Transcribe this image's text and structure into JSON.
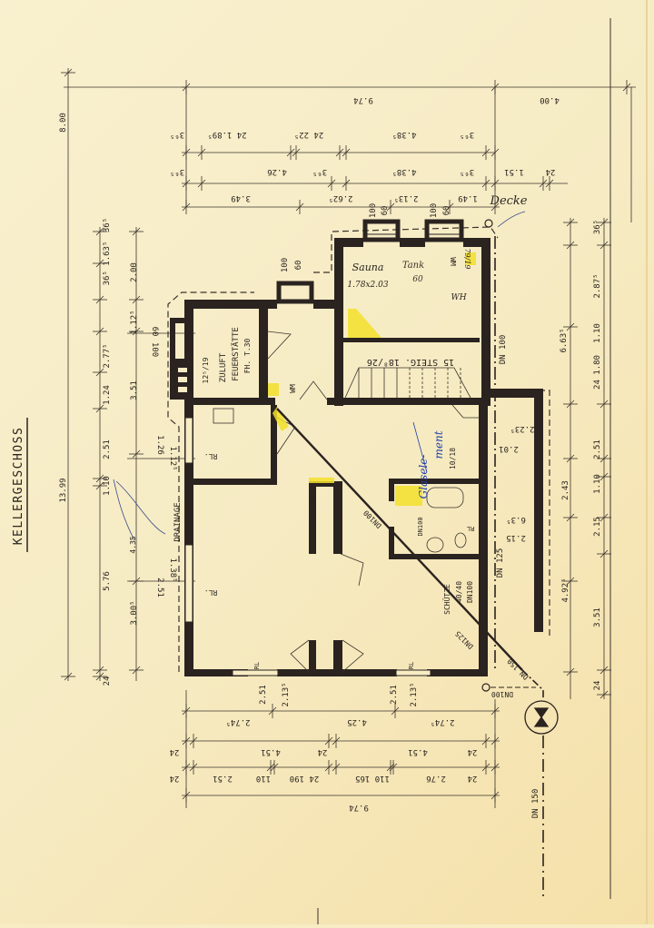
{
  "title": "KELLERGESCHOSS",
  "colors": {
    "paper": "#f7ecc4",
    "wall": "#2b2320",
    "highlight": "#f2e02a",
    "ink_blue": "#1f3fa8",
    "line": "#3a332c"
  },
  "rooms": {
    "heating": [
      "ZULUFT",
      "FEUERSTÄTTE",
      "FH. T.30",
      "12⁵/19"
    ],
    "stairs": "15 STEIG. 18⁸/26",
    "wm_labels": [
      "WM",
      "WM"
    ],
    "window_labels": [
      "RL.",
      "RL.",
      "RL",
      "RL",
      "RL"
    ],
    "drainage": "DRAINAGE",
    "shaft": [
      "SCHÜTZE",
      "40/40",
      "DN100"
    ],
    "bath_opening": "10/18"
  },
  "pipes": [
    "DN 100",
    "DN 125",
    "DN 150",
    "DN100",
    "DN125",
    "DN100",
    "DN 150",
    "DN100",
    "DN 150"
  ],
  "handwritten": {
    "note_top": "Decke",
    "sauna": [
      "Sauna",
      "1.78x2.03"
    ],
    "tank": [
      "Tank",
      "60"
    ],
    "wh": "WH",
    "wm_size": "79/19",
    "glass": [
      "Glasele-",
      "ment"
    ],
    "dim_note": "4.35"
  },
  "dimensions": {
    "top": [
      "9.74",
      "4.00",
      "3⁶⁵",
      "24 1.89⁵",
      "24 22⁵",
      "4.38⁵",
      "3⁶⁵",
      "3⁶⁵",
      "4.26",
      "3⁶⁵",
      "4.38⁵",
      "3⁶⁵",
      "1.51",
      "24",
      "3.49",
      "2.62⁵",
      "2.13⁵",
      "1.49",
      "100",
      "60",
      "100",
      "60",
      "100",
      "60"
    ],
    "bottom": [
      "2.74⁵",
      "4.25",
      "2.74⁵",
      "24",
      "4.51",
      "24",
      "4.51",
      "24",
      "24",
      "2.51",
      "110",
      "24 190",
      "110 165",
      "2.76",
      "24",
      "9.74",
      "2.51",
      "2.13⁵",
      "2.51",
      "2.13⁵"
    ],
    "left": [
      "13.99",
      "8.00",
      "36⁵",
      "36⁵ 1.63⁵",
      "2.00",
      "1.12⁵",
      "2.77⁵",
      "1.24",
      "3.51",
      "2.51",
      "1.10",
      "5.76",
      "3.00⁵",
      "24",
      "1.12⁵",
      "1.26",
      "1.38⁵",
      "2.51",
      "100",
      "60"
    ],
    "right": [
      "36⁵",
      "2.87⁵",
      "6.63⁵",
      "24 1.80",
      "1.10",
      "2.51",
      "2.43",
      "1.10",
      "2.15",
      "4.92⁵",
      "3.51",
      "24",
      "2.23⁵",
      "2.01",
      "6.3⁵",
      "2.15"
    ]
  }
}
